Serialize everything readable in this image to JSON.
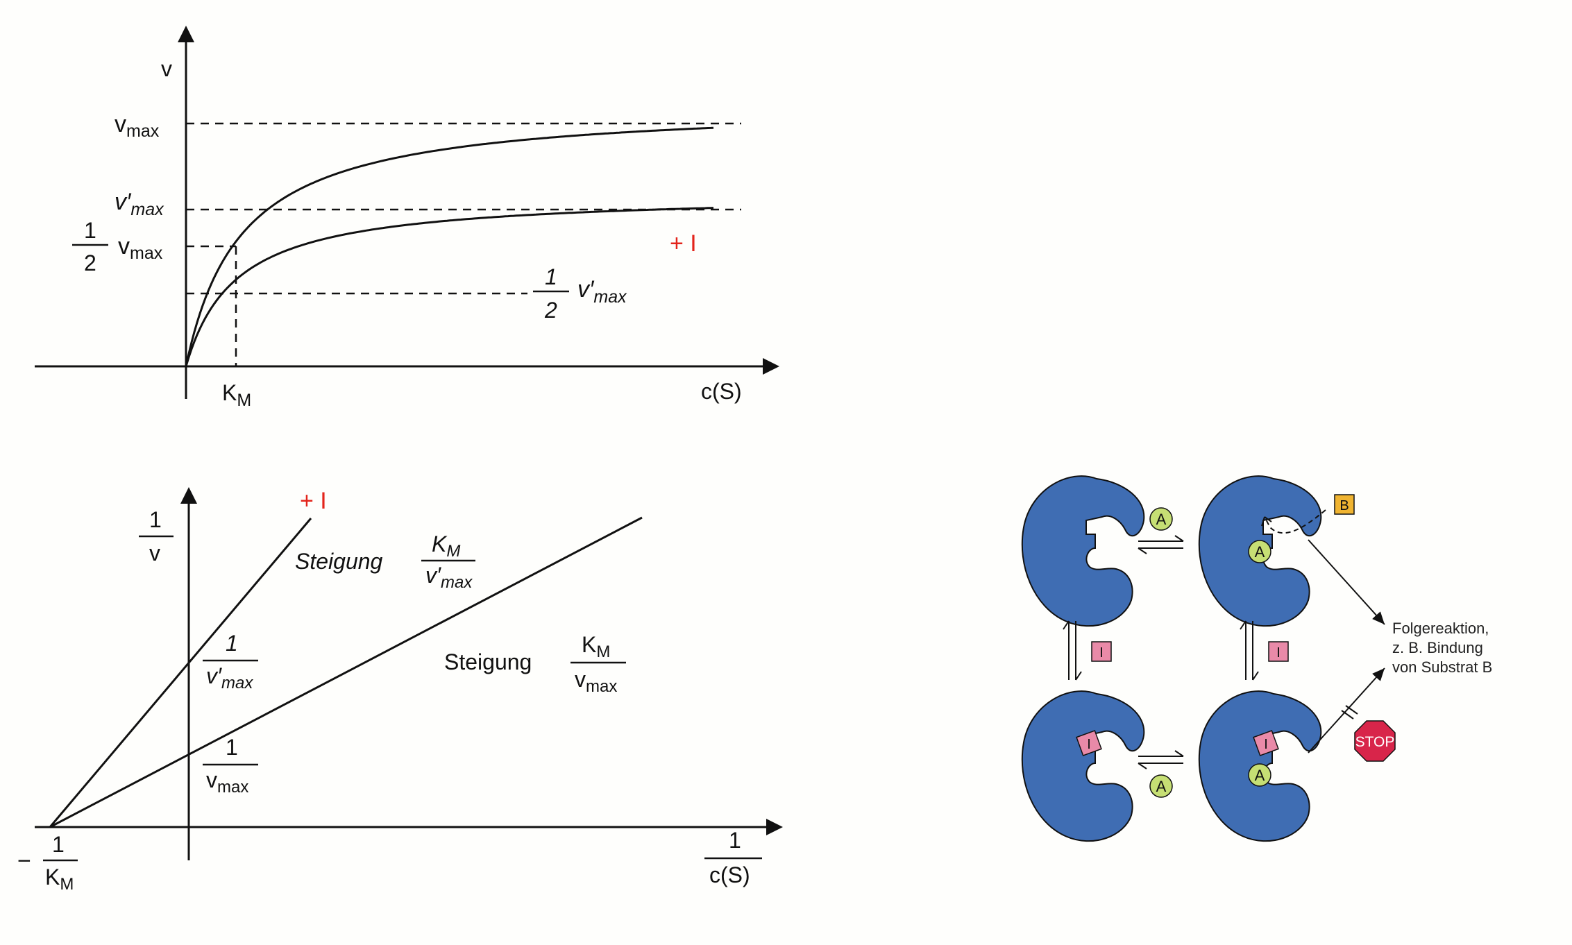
{
  "michaelis_menten": {
    "y_axis": "v",
    "x_axis": "c(S)",
    "vmax": "v",
    "vmax_sub": "max",
    "vmax_inhib": "v′",
    "vmax_inhib_sub": "max",
    "half_num": "1",
    "half_den": "2",
    "half_vmax": "v",
    "half_vmax_sub": "max",
    "half_vmax_inhib": "v′",
    "half_vmax_inhib_sub": "max",
    "km": "K",
    "km_sub": "M",
    "inhibitor_label": "+ I"
  },
  "lineweaver_burk": {
    "y_num": "1",
    "y_den": "v",
    "x_num": "1",
    "x_den": "c(S)",
    "neg_km_sign": "−",
    "neg_km_num": "1",
    "neg_km_den": "K",
    "neg_km_den_sub": "M",
    "inhibitor_label": "+ I",
    "slope_inhib_word": "Steigung",
    "slope_inhib_num": "K",
    "slope_inhib_num_sub": "M",
    "slope_inhib_den": "v′",
    "slope_inhib_den_sub": "max",
    "slope_word": "Steigung",
    "slope_num": "K",
    "slope_num_sub": "M",
    "slope_den": "v",
    "slope_den_sub": "max",
    "int_inhib_num": "1",
    "int_inhib_den": "v′",
    "int_inhib_den_sub": "max",
    "int_num": "1",
    "int_den": "v",
    "int_den_sub": "max"
  },
  "mechanism": {
    "substrate_a": "A",
    "substrate_b": "B",
    "inhibitor": "I",
    "stop_sign": "STOP",
    "result_line1": "Folgereaktion,",
    "result_line2": "z. B. Bindung",
    "result_line3": "von Substrat B",
    "colors": {
      "enzyme": "#3f6db3",
      "substrate_a": "#c6df74",
      "substrate_b": "#f0b431",
      "inhibitor": "#e98aa8",
      "stop": "#d8254a",
      "inhibitor_text": "#e3241b"
    }
  }
}
